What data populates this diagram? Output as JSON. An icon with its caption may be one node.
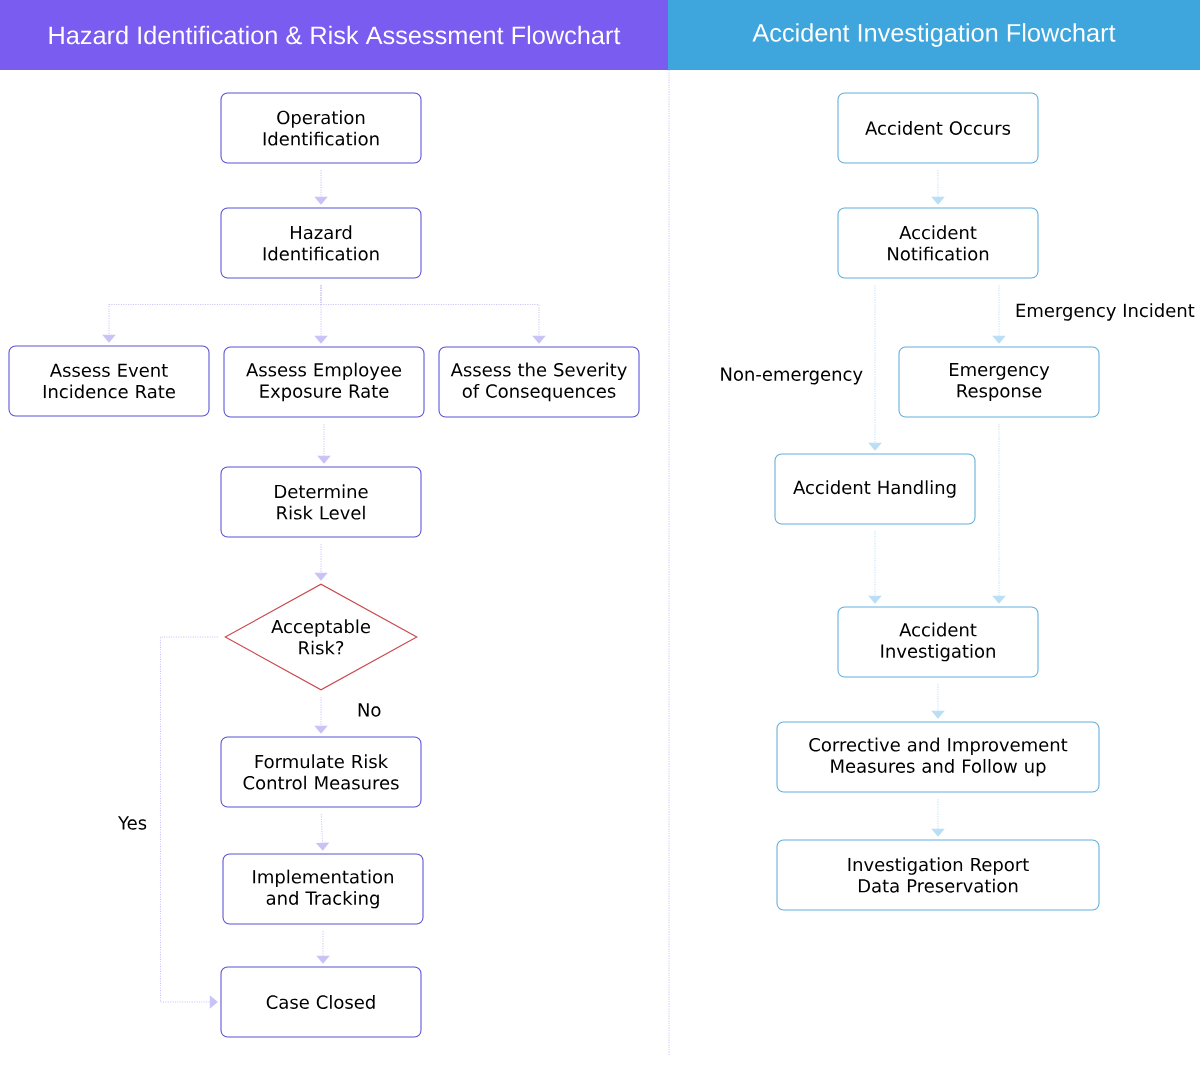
{
  "diagram": {
    "nodes": [
      {
        "text": [
          "Hazard Identification & Risk Assessment Flowchart"
        ]
      },
      {
        "text": [
          "Accident Investigation Flowchart"
        ]
      },
      {
        "text": [
          "Operation Identification"
        ]
      },
      {
        "text": [
          "Hazard Identification"
        ]
      },
      {
        "text": [
          "Assess Event Incidence Rate"
        ]
      },
      {
        "text": [
          "Assess Employee Exposure Rate"
        ]
      },
      {
        "text": [
          "Assess the Severity of Consequences"
        ]
      },
      {
        "text": [
          "Determine Risk Level"
        ]
      },
      {
        "text": [
          "Acceptable Risk?"
        ]
      },
      {
        "text": [
          "Formulate Risk Control Measures"
        ]
      },
      {
        "text": [
          "Implementation and Tracking"
        ]
      },
      {
        "text": [
          "Case Closed"
        ]
      },
      {
        "text": [
          "Accident Occurs"
        ]
      },
      {
        "text": [
          "Accident Notification"
        ]
      },
      {
        "text": [
          "Emergency Response"
        ]
      },
      {
        "text": [
          "Accident Handling"
        ]
      },
      {
        "text": [
          "Accident Investigation"
        ]
      },
      {
        "text": [
          "Corrective and Improvement Measures and Follow up"
        ]
      },
      {
        "text": [
          "Investigation Report Data Preservation"
        ]
      }
    ],
    "edges": [
      {
        "from": 2,
        "to": 3,
        "arrow": "to"
      },
      {
        "from": 3,
        "to": 4,
        "arrow": "to"
      },
      {
        "from": 3,
        "to": 5,
        "arrow": "to"
      },
      {
        "from": 3,
        "to": 6,
        "arrow": "to"
      },
      {
        "from": 5,
        "to": 7,
        "arrow": "to"
      },
      {
        "from": 7,
        "to": 8,
        "arrow": "to"
      },
      {
        "from": 8,
        "to": 9,
        "label": "No",
        "arrow": "to"
      },
      {
        "from": 9,
        "to": 10,
        "arrow": "to"
      },
      {
        "from": 10,
        "to": 11,
        "arrow": "to"
      },
      {
        "from": 8,
        "to": 11,
        "label": "Yes",
        "arrow": "to"
      },
      {
        "from": 12,
        "to": 13,
        "arrow": "to",
        "color": "#b9def5"
      },
      {
        "from": 13,
        "to": 15,
        "label": "Non-emergency",
        "arrow": "to",
        "color": "#b9def5"
      },
      {
        "from": 13,
        "to": 14,
        "label": "Emergency Incident",
        "arrow": "to",
        "color": "#b9def5"
      },
      {
        "from": 15,
        "to": 16,
        "arrow": "to",
        "color": "#b9def5"
      },
      {
        "from": 14,
        "to": 16,
        "arrow": "to",
        "color": "#b9def5"
      },
      {
        "from": 16,
        "to": 17,
        "arrow": "to",
        "color": "#b9def5"
      },
      {
        "from": 17,
        "to": 18,
        "arrow": "to",
        "color": "#b9def5"
      }
    ]
  }
}
